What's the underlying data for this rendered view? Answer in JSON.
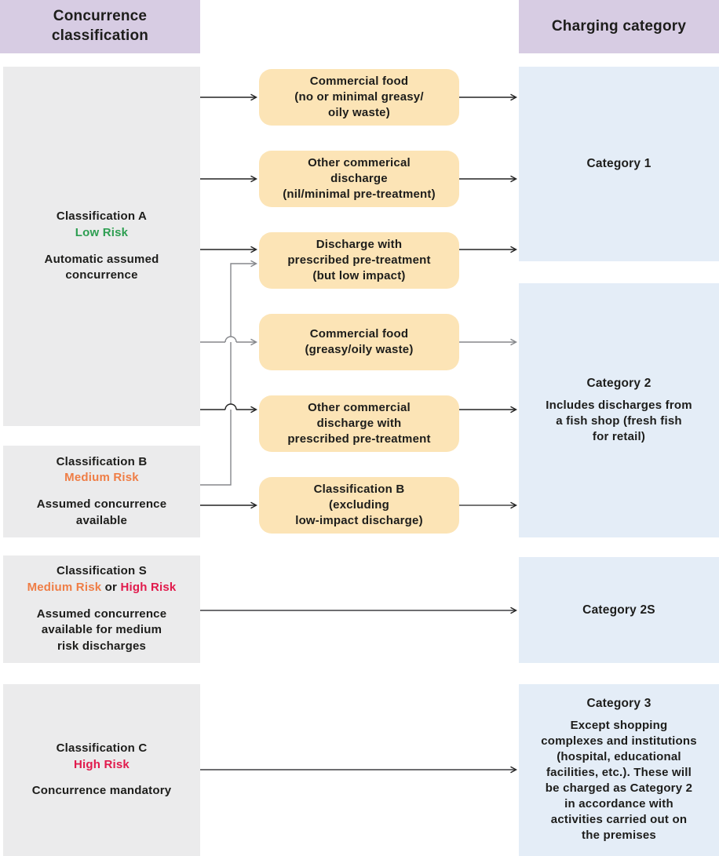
{
  "colors": {
    "header_bg": "#d7cce3",
    "classification_bg": "#ebebec",
    "discharge_bg": "#fce4b6",
    "category_bg": "#e4edf7",
    "risk_low": "#2d9e51",
    "risk_medium": "#ef7d45",
    "risk_high": "#e11a4c",
    "text": "#1d1d1b",
    "arrow": "#232323",
    "arrow_gray": "#85878b"
  },
  "headers": {
    "left": "Concurrence\nclassification",
    "right": "Charging category"
  },
  "classifications": [
    {
      "title": "Classification A",
      "risks": [
        {
          "label": "Low Risk",
          "level": "low"
        }
      ],
      "body": "Automatic assumed\nconcurrence"
    },
    {
      "title": "Classification B",
      "risks": [
        {
          "label": "Medium Risk",
          "level": "medium"
        }
      ],
      "body": "Assumed concurrence\navailable"
    },
    {
      "title": "Classification S",
      "risks": [
        {
          "label": "Medium Risk",
          "level": "medium"
        },
        {
          "label": "or",
          "level": "plain"
        },
        {
          "label": "High Risk",
          "level": "high"
        }
      ],
      "body": "Assumed concurrence\navailable for medium\nrisk discharges"
    },
    {
      "title": "Classification C",
      "risks": [
        {
          "label": "High Risk",
          "level": "high"
        }
      ],
      "body": "Concurrence mandatory"
    }
  ],
  "discharge_types": [
    {
      "label": "Commercial food\n(no or minimal greasy/\noily waste)"
    },
    {
      "label": "Other commerical\ndischarge\n(nil/minimal pre-treatment)"
    },
    {
      "label": "Discharge with\nprescribed pre-treatment\n(but low impact)"
    },
    {
      "label": "Commercial food\n(greasy/oily waste)"
    },
    {
      "label": "Other commercial\ndischarge with\nprescribed pre-treatment"
    },
    {
      "label": "Classification B\n(excluding\nlow-impact discharge)"
    }
  ],
  "categories": [
    {
      "title": "Category 1",
      "body": ""
    },
    {
      "title": "Category 2",
      "body": "Includes discharges from\na fish shop (fresh fish\nfor retail)"
    },
    {
      "title": "Category 2S",
      "body": ""
    },
    {
      "title": "Category 3",
      "body": "Except shopping\ncomplexes and institutions\n(hospital, educational\nfacilities, etc.). These will\nbe charged as Category 2\nin accordance with\nactivities carried out on\nthe premises"
    }
  ]
}
